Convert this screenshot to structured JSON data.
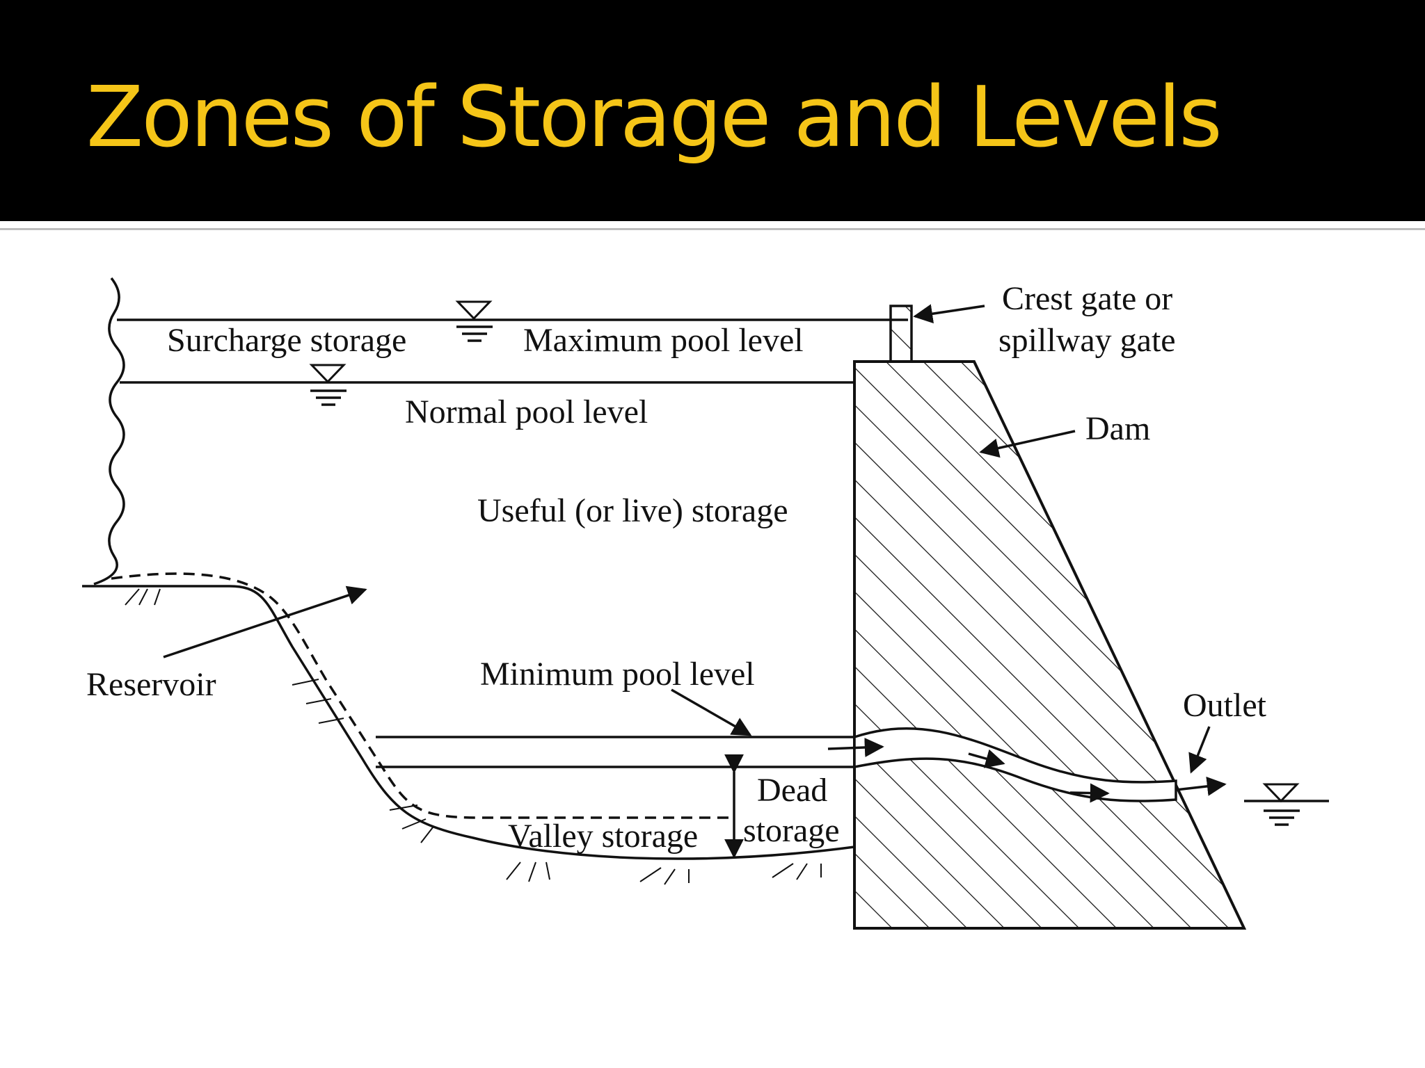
{
  "slide": {
    "title": "Zones of Storage and Levels",
    "title_color": "#f5c518",
    "header_color": "#000000"
  },
  "diagram": {
    "labels": {
      "surcharge_storage": "Surcharge storage",
      "maximum_pool_level": "Maximum pool level",
      "crest_gate_line1": "Crest gate or",
      "crest_gate_line2": "spillway gate",
      "normal_pool_level": "Normal pool level",
      "dam": "Dam",
      "useful_storage": "Useful (or live) storage",
      "reservoir": "Reservoir",
      "minimum_pool_level": "Minimum pool level",
      "outlet": "Outlet",
      "dead_line1": "Dead",
      "dead_line2": "storage",
      "valley_storage": "Valley storage"
    },
    "icons": [
      "water-level-symbol-icon",
      "arrow-icon"
    ]
  }
}
